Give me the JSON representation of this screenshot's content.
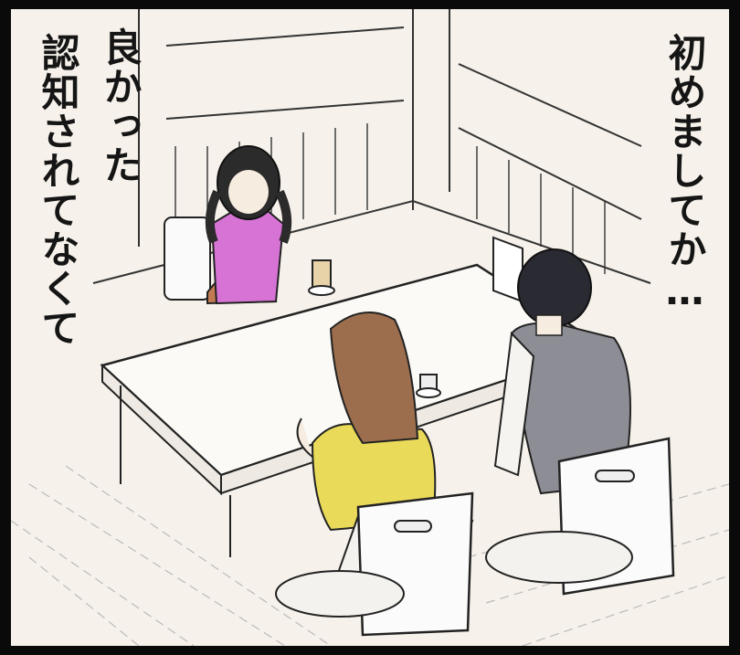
{
  "speech": {
    "right_line": "初めましてか…",
    "left_line_1": "良かった",
    "left_line_2": "認知されてなくて"
  },
  "colors": {
    "background": "#f6f1ea",
    "ink": "#151515",
    "girl_cardigan": "#d873d6",
    "woman_sweater": "#e9da5a",
    "woman_hair": "#9c6e4d",
    "man_vest": "#8c8d95",
    "girl_skirt": "#c27a52",
    "frame": "#0a0a0a"
  },
  "scene": {
    "figures": [
      "girl-with-pigtails",
      "woman-brown-hair",
      "man-in-vest"
    ],
    "objects": [
      "low-table",
      "floor-chairs",
      "cups",
      "paper-screen-wall"
    ]
  }
}
